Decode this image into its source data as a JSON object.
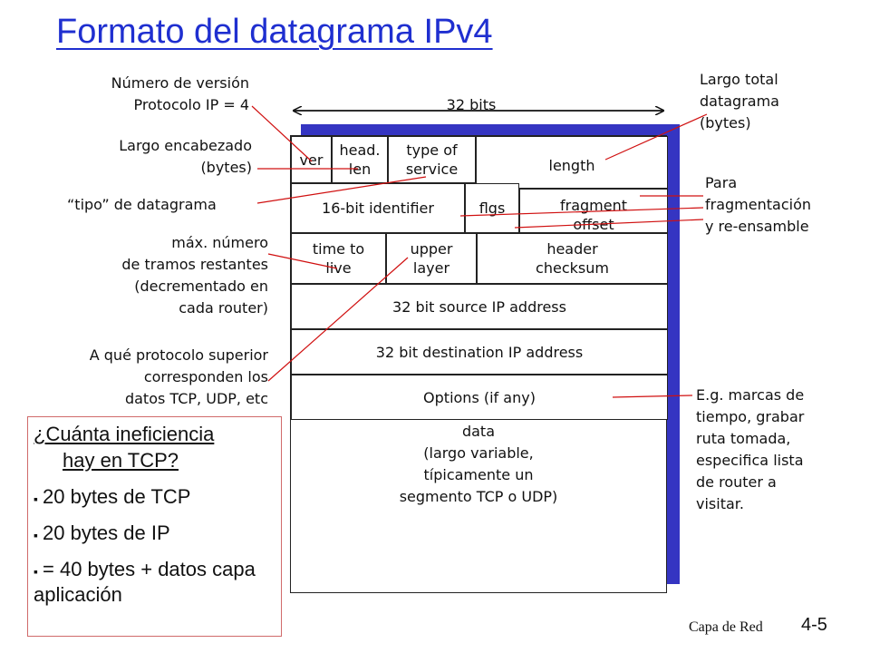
{
  "title": "Formato del datagrama IPv4",
  "labels": {
    "version": "Número de versión\nProtocolo IP = 4",
    "header_len": "Largo encabezado\n(bytes)",
    "tipo": "“tipo” de datagrama",
    "ttl": "máx. número\nde tramos restantes\n(decrementado en\ncada router)",
    "protocol": "A qué protocolo superior\ncorresponden los\ndatos TCP, UDP, etc",
    "bits": "32 bits",
    "total_len": "Largo total\ndatagrama\n(bytes)",
    "frag": "Para\nfragmentación\ny re-ensamble",
    "options": "E.g. marcas de\ntiempo, grabar\nruta tomada,\nespecifica lista\nde router a\nvisitar."
  },
  "fields": {
    "ver": "ver",
    "head_len": "head.\nlen",
    "tos": "type of\nservice",
    "length": "length",
    "identifier": "16-bit identifier",
    "flags": "flgs",
    "frag_offset": "fragment\noffset",
    "ttl": "time to\nlive",
    "upper": "upper\nlayer",
    "checksum": "header\nchecksum",
    "src": "32 bit source IP address",
    "dst": "32 bit destination IP address",
    "options": "Options (if any)",
    "data": "data\n(largo variable,\ntípicamente un\nsegmento TCP o UDP)"
  },
  "calc": {
    "question_line1": "¿Cuánta ineficiencia",
    "question_line2": "hay en TCP?",
    "bullet1": "20 bytes de TCP",
    "bullet2": "20 bytes de IP",
    "bullet3": "= 40 bytes + datos capa aplicación"
  },
  "footer": {
    "section": "Capa de Red",
    "page": "4-5"
  },
  "colors": {
    "title": "#1f2fd0",
    "shadow": "#3535c2",
    "leader_lines": "#d01010"
  }
}
